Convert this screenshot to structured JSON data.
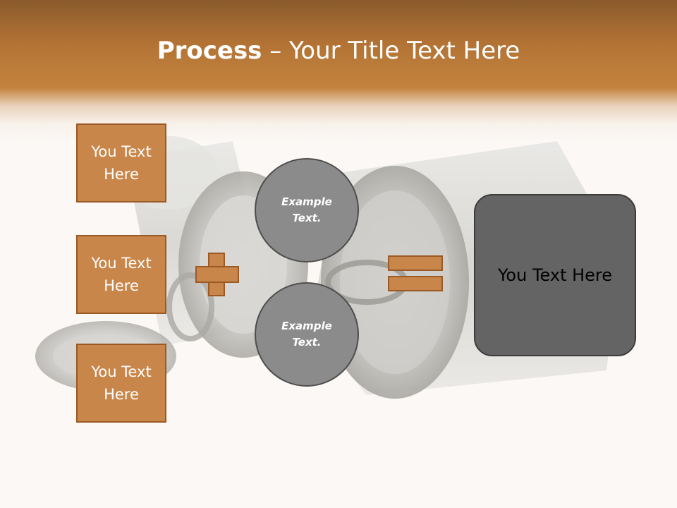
{
  "slide": {
    "title_bold": "Process",
    "title_rest": " – Your Title Text Here"
  },
  "boxes": [
    {
      "label": "You Text Here"
    },
    {
      "label": "You Text Here"
    },
    {
      "label": "You Text Here"
    }
  ],
  "circles": [
    {
      "label": "Example Text."
    },
    {
      "label": "Example Text."
    }
  ],
  "result": {
    "label": "You Text Here"
  },
  "colors": {
    "header_brown": "#c4843e",
    "box_fill": "#c9864a",
    "box_border": "#9a5a26",
    "circle_fill": "#8b8b8b",
    "result_fill": "#646464"
  }
}
